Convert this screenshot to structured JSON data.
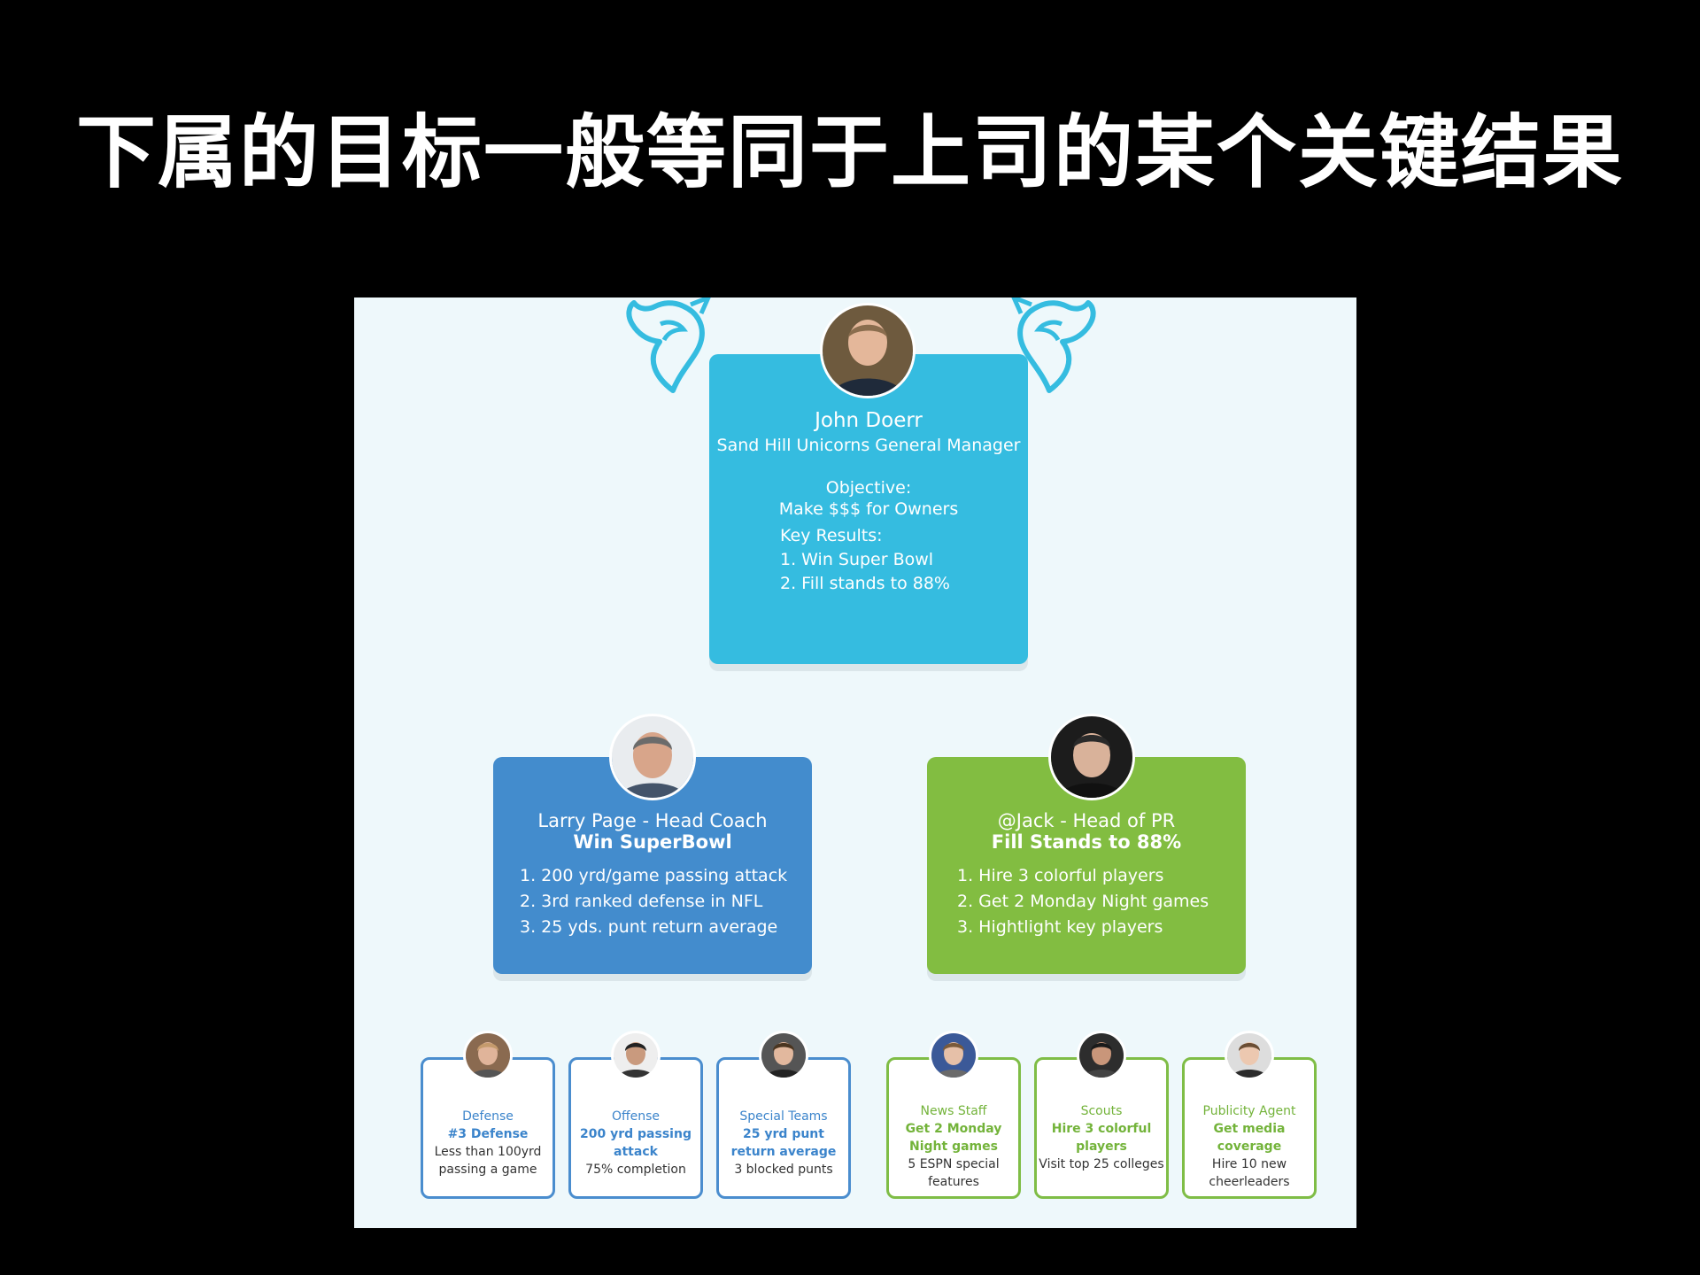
{
  "slide": {
    "title": "下属的目标一般等同于上司的某个关键结果"
  },
  "ceo": {
    "name": "John Doerr",
    "role": "Sand Hill Unicorns General Manager",
    "objective_label": "Objective:",
    "objective": "Make $$$ for Owners",
    "kr_label": "Key Results:",
    "key_results": [
      "1. Win Super Bowl",
      "2. Fill stands to 88%"
    ]
  },
  "coach": {
    "name": "Larry Page - Head Coach",
    "objective": "Win SuperBowl",
    "key_results": [
      "1. 200 yrd/game passing attack",
      "2. 3rd ranked defense in NFL",
      "3. 25 yds. punt return average"
    ]
  },
  "pr": {
    "name": "@Jack - Head of PR",
    "objective": "Fill Stands to 88%",
    "key_results": [
      "1. Hire 3 colorful players",
      "2. Get 2 Monday Night games",
      "3. Hightlight key players"
    ]
  },
  "staff": [
    {
      "role": "Defense",
      "goal": "#3 Defense",
      "result": "Less than 100yrd passing a game"
    },
    {
      "role": "Offense",
      "goal": "200 yrd passing attack",
      "result": "75% completion"
    },
    {
      "role": "Special Teams",
      "goal": "25 yrd punt return average",
      "result": "3 blocked punts"
    },
    {
      "role": "News Staff",
      "goal": "Get 2 Monday Night games",
      "result": "5 ESPN special features"
    },
    {
      "role": "Scouts",
      "goal": "Hire 3 colorful players",
      "result": "Visit top 25 colleges"
    },
    {
      "role": "Publicity Agent",
      "goal": "Get media coverage",
      "result": "Hire 10 new cheerleaders"
    }
  ],
  "colors": {
    "ceo_card": "#35bce0",
    "coach_card": "#438ccd",
    "pr_card": "#82bd41",
    "logo": "#35bce0"
  },
  "icons": [
    "unicorn-logo-icon",
    "person-avatar-icon"
  ]
}
